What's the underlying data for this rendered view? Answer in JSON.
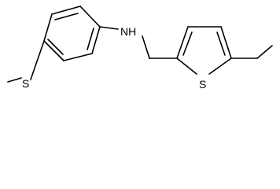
{
  "molecule": {
    "atom_labels": {
      "amine": "NH",
      "thioether_sulfur": "S",
      "thiophene_sulfur": "S"
    },
    "colors": {
      "bond": "#000000",
      "text": "#000000",
      "background": "#ffffff"
    }
  }
}
